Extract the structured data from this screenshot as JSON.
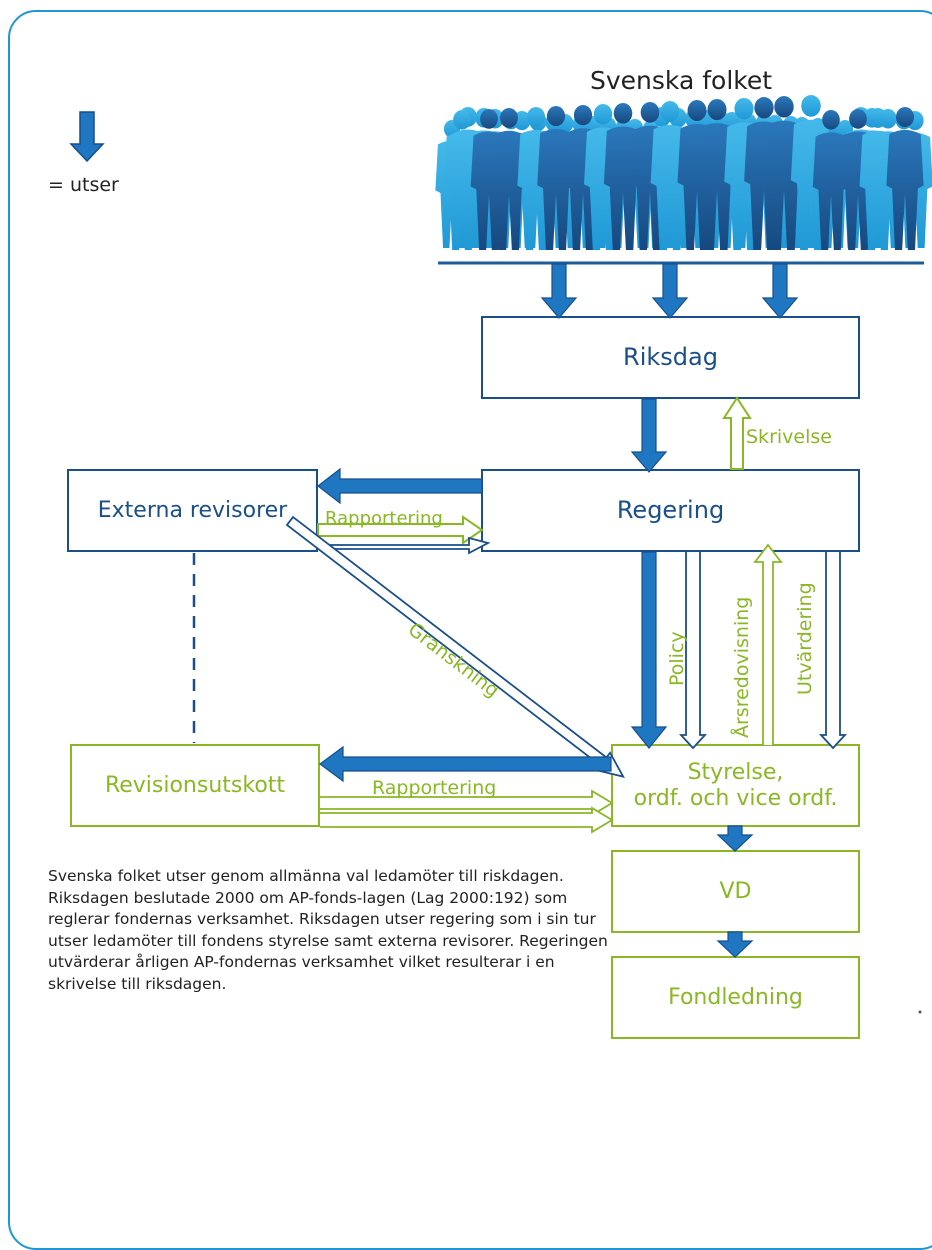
{
  "title": "Svenska folket",
  "legend": {
    "label": "= utser"
  },
  "boxes": {
    "riksdag": "Riksdag",
    "regering": "Regering",
    "externa_revisorer": "Externa revisorer",
    "revisionsutskott": "Revisionsutskott",
    "styrelse_line1": "Styrelse,",
    "styrelse_line2": "ordf. och vice ordf.",
    "vd": "VD",
    "fondledning": "Fondledning"
  },
  "arrow_labels": {
    "skrivelse": "Skrivelse",
    "rapportering_top": "Rapportering",
    "rapportering_bottom": "Rapportering",
    "granskning": "Granskning",
    "policy": "Policy",
    "arsredovisning": "Årsredovisning",
    "utvardering": "Utvärdering"
  },
  "description": "Svenska folket utser genom allmänna val ledamöter till riskdagen. Riksdagen beslutade 2000 om AP-fonds-lagen (Lag 2000:192) som reglerar fondernas verksamhet. Riksdagen utser regering som i sin tur utser ledamöter till fondens styrelse samt externa revisorer. Regeringen utvärderar årligen AP-fondernas verksamhet vilket resulterar i en skrivelse till riksdagen.",
  "colors": {
    "frame": "#1f97d4",
    "dark_blue": "#1b4f8a",
    "arrow_blue": "#1f77c2",
    "green": "#8ab824",
    "crowd_light": "#29a8df",
    "crowd_dark": "#1d5c9a"
  },
  "icons": {
    "people": "crowd-illustration",
    "legend": "arrow-down-icon"
  }
}
